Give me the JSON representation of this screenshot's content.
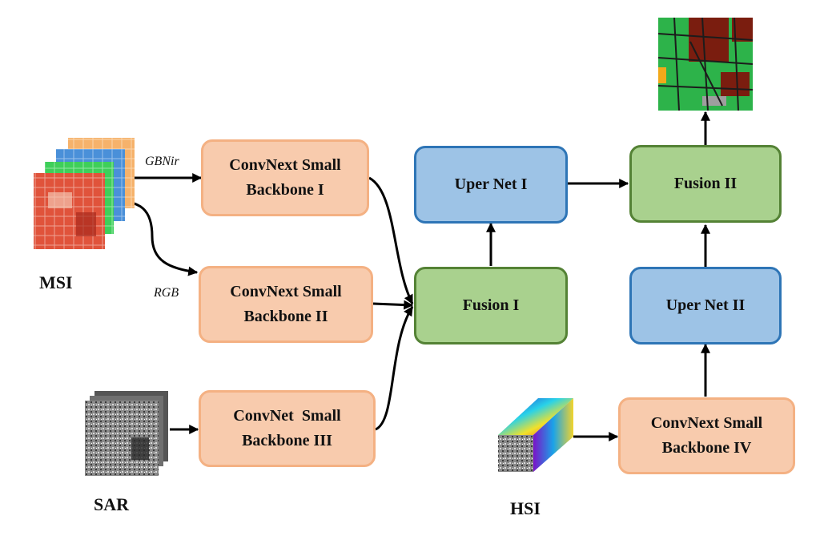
{
  "inputs": {
    "msi": "MSI",
    "sar": "SAR",
    "hsi": "HSI",
    "gbnir": "GBNir",
    "rgb": "RGB"
  },
  "boxes": {
    "backbone_1": {
      "line1": "ConvNext Small",
      "line2": "Backbone I"
    },
    "backbone_2": {
      "line1": "ConvNext Small",
      "line2": "Backbone II"
    },
    "backbone_3": {
      "line1": "ConvNet  Small",
      "line2": "Backbone III"
    },
    "backbone_4": {
      "line1": "ConvNext Small",
      "line2": "Backbone IV"
    },
    "fusion_1": "Fusion I",
    "fusion_2": "Fusion II",
    "upernet_1": "Uper Net I",
    "upernet_2": "Uper Net II"
  },
  "colors": {
    "backbone_fill": "#f8cbad",
    "backbone_border": "#f4b183",
    "upernet_fill": "#9dc3e6",
    "upernet_border": "#2e75b6",
    "fusion_fill": "#a9d18e",
    "fusion_border": "#548235",
    "arrow": "#000000"
  }
}
